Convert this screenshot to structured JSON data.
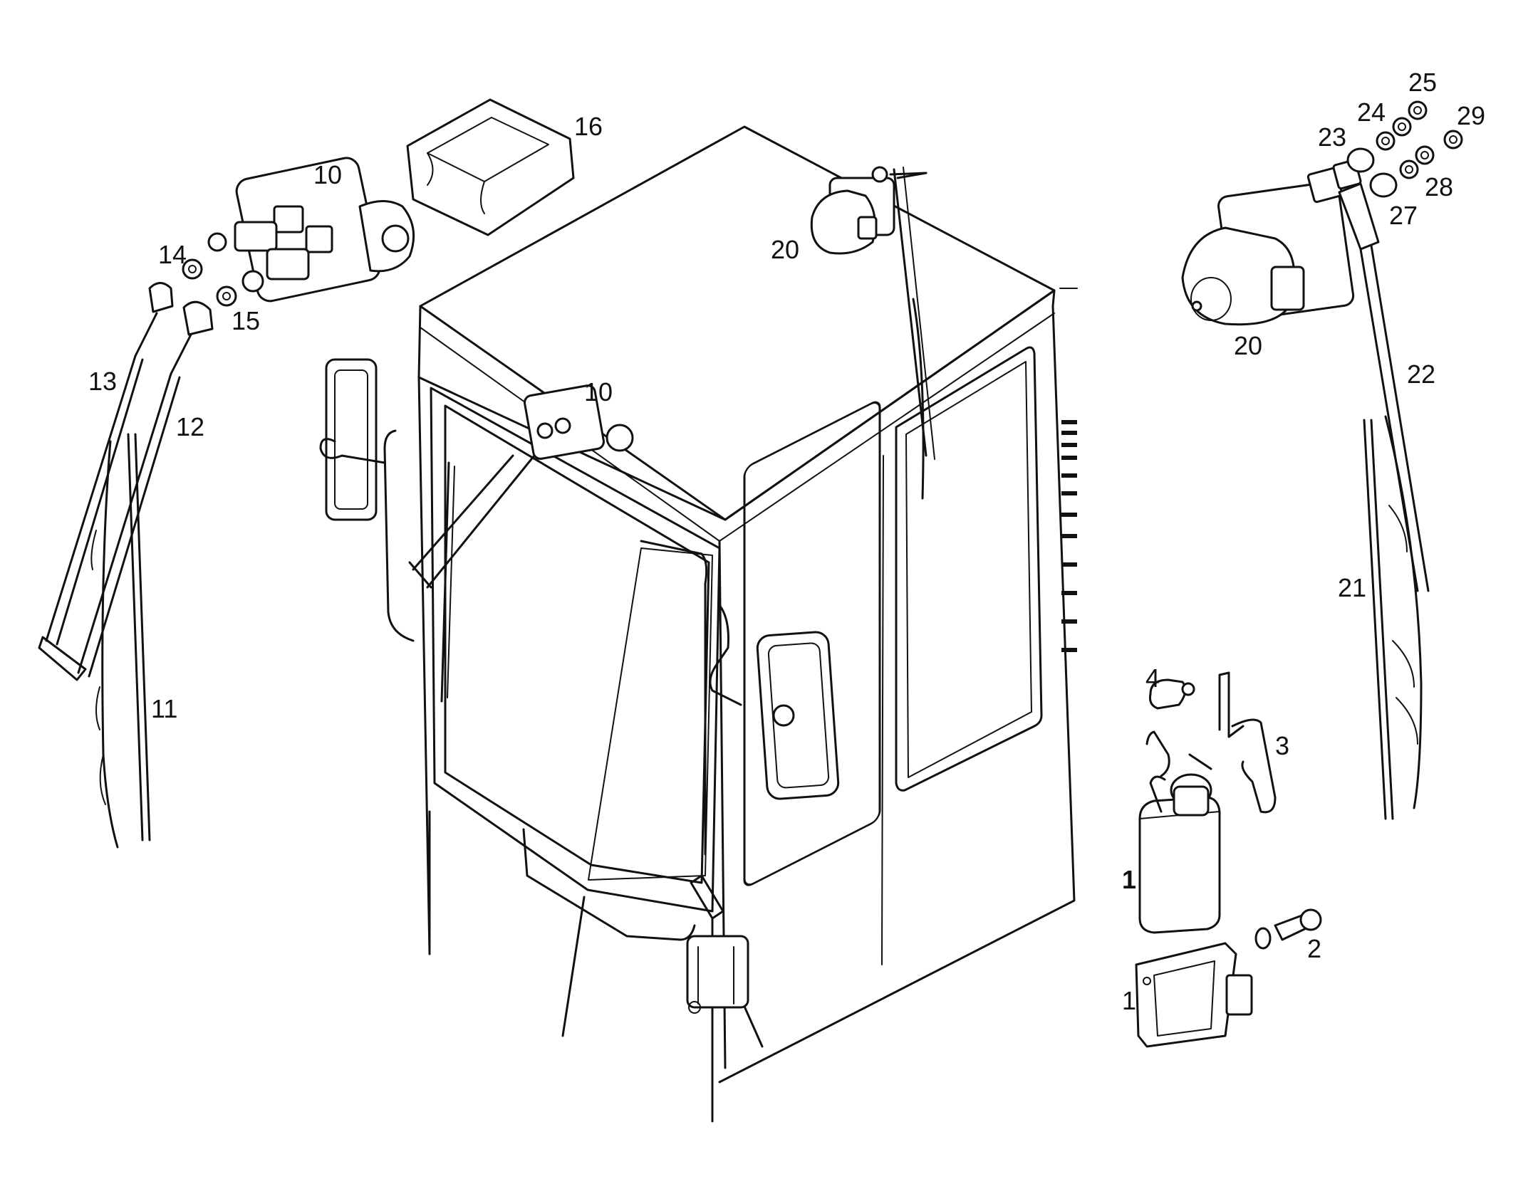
{
  "diagram": {
    "type": "exploded-parts-diagram",
    "subject": "operator cab with windshield wipers, mirrors, wiper motors and washer reservoir",
    "callouts": {
      "c1_reservoir": "1",
      "c1_bracket": "1",
      "c2": "2",
      "c3": "3",
      "c4": "4",
      "c10_left": "10",
      "c10_cab": "10",
      "c11": "11",
      "c12": "12",
      "c13": "13",
      "c14": "14",
      "c15": "15",
      "c16": "16",
      "c20_top": "20",
      "c20_right": "20",
      "c21": "21",
      "c22": "22",
      "c23": "23",
      "c24": "24",
      "c25": "25",
      "c27": "27",
      "c28": "28",
      "c29": "29"
    }
  }
}
